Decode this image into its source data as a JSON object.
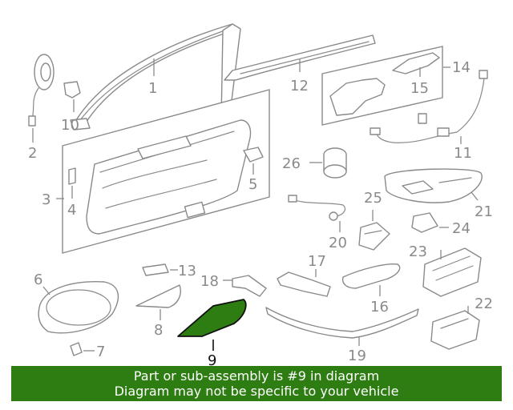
{
  "diagram": {
    "callouts": {
      "c1": "1",
      "c2": "2",
      "c3": "3",
      "c4": "4",
      "c5": "5",
      "c6": "6",
      "c7": "7",
      "c8": "8",
      "c9": "9",
      "c10": "10",
      "c11": "11",
      "c12": "12",
      "c13": "13",
      "c14": "14",
      "c15": "15",
      "c16": "16",
      "c17": "17",
      "c18": "18",
      "c19": "19",
      "c20": "20",
      "c21": "21",
      "c22": "22",
      "c23": "23",
      "c24": "24",
      "c25": "25",
      "c26": "26"
    },
    "highlighted_part": "9",
    "highlight_color": "#2e7d12",
    "line_color": "#8a8a8a"
  },
  "banner": {
    "line1": "Part or sub-assembly is #9 in diagram",
    "line2": "Diagram may not be specific to your vehicle",
    "background": "#2e7d12"
  }
}
